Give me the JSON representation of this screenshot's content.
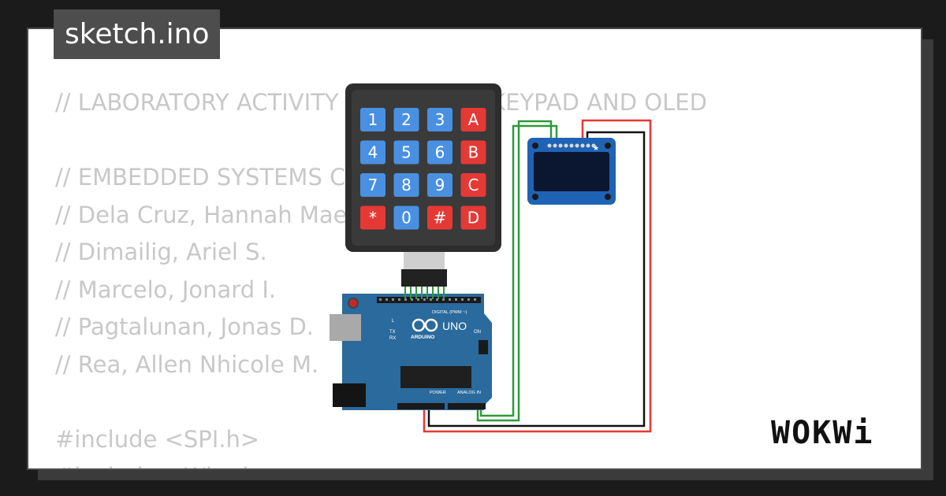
{
  "file_tab": "sketch.ino",
  "code_lines": [
    "// LABORATORY ACTIVITY 3: ARDUINO KEYPAD AND OLED",
    "",
    "// EMBEDDED SYSTEMS CPE",
    "// Dela Cruz, Hannah Mae",
    "// Dimailig, Ariel S.",
    "// Marcelo, Jonard I.",
    "// Pagtalunan, Jonas D.",
    "// Rea, Allen Nhicole M.",
    "",
    "#include <SPI.h>",
    "#include <Wire.h>"
  ],
  "keypad": {
    "keys": [
      "1",
      "2",
      "3",
      "A",
      "4",
      "5",
      "6",
      "B",
      "7",
      "8",
      "9",
      "C",
      "*",
      "0",
      "#",
      "D"
    ],
    "colors": {
      "number": "#4a90e2",
      "letter": "#e53935",
      "body": "#2d2d2d"
    }
  },
  "arduino": {
    "brand": "ARDUINO",
    "model": "UNO",
    "digital_label": "DIGITAL (PWM ~)",
    "power_label": "POWER",
    "analog_label": "ANALOG IN",
    "tx": "TX",
    "rx": "RX",
    "l": "L",
    "on": "ON",
    "board_color": "#2a6a9d"
  },
  "oled": {
    "board_color": "#1f63b5",
    "screen_color": "#0b1630"
  },
  "brand_logo": "WOKWi",
  "wire_colors": {
    "red": "#e53935",
    "black": "#111111",
    "green": "#2e9a3a"
  }
}
